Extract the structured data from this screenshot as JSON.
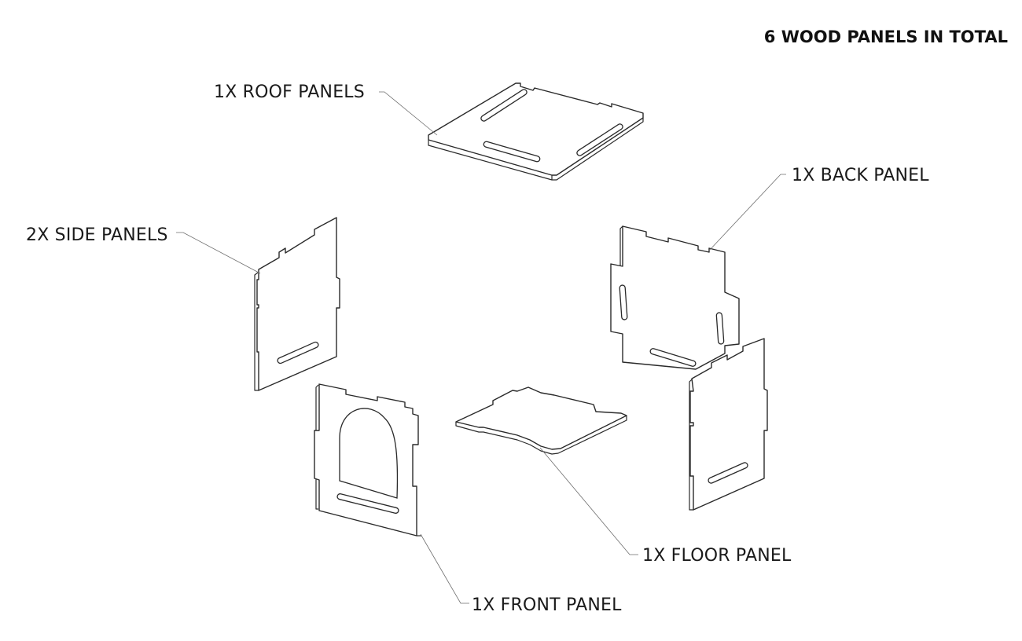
{
  "title": "6 WOOD PANELS IN TOTAL",
  "labels": {
    "roof": "1X ROOF PANELS",
    "back": "1X BACK PANEL",
    "side": "2X SIDE PANELS",
    "floor": "1X FLOOR PANEL",
    "front": "1X FRONT PANEL"
  }
}
